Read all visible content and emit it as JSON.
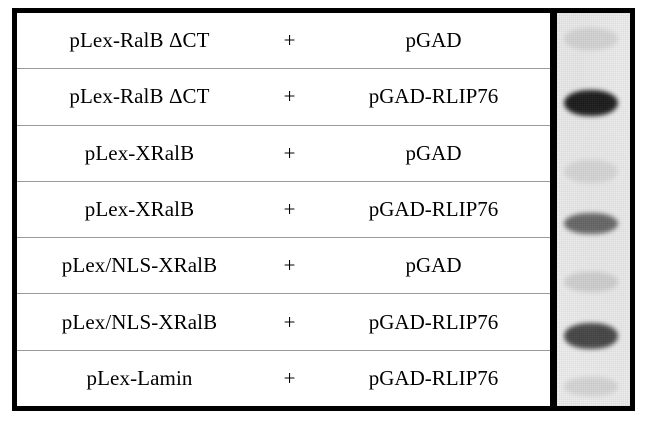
{
  "figure": {
    "type": "two-hybrid-interaction-panel",
    "columns": [
      "bait",
      "operator",
      "prey",
      "blot"
    ],
    "operator_symbol": "+",
    "rows": [
      {
        "bait": "pLex-RalB ΔCT",
        "operator": "+",
        "prey": "pGAD",
        "band": {
          "label": "band-1",
          "intensity": "very-faint",
          "opacity": 0.1,
          "top_pct": 3.8,
          "height_pct": 5.5,
          "color": "#1a1a1a"
        }
      },
      {
        "bait": "pLex-RalB ΔCT",
        "operator": "+",
        "prey": "pGAD-RLIP76",
        "band": {
          "label": "band-2",
          "intensity": "strong",
          "opacity": 0.9,
          "top_pct": 19.5,
          "height_pct": 6.6,
          "color": "#0d0d0d"
        }
      },
      {
        "bait": "pLex-XRalB",
        "operator": "+",
        "prey": "pGAD",
        "band": {
          "label": "band-3",
          "intensity": "very-faint",
          "opacity": 0.09,
          "top_pct": 37.5,
          "height_pct": 5.8,
          "color": "#222222"
        }
      },
      {
        "bait": "pLex-XRalB",
        "operator": "+",
        "prey": "pGAD-RLIP76",
        "band": {
          "label": "band-4",
          "intensity": "moderate",
          "opacity": 0.58,
          "top_pct": 51.0,
          "height_pct": 5.2,
          "color": "#151515"
        }
      },
      {
        "bait": "pLex/NLS-XRalB",
        "operator": "+",
        "prey": "pGAD",
        "band": {
          "label": "band-5",
          "intensity": "faint",
          "opacity": 0.13,
          "top_pct": 66.0,
          "height_pct": 5.0,
          "color": "#202020"
        }
      },
      {
        "bait": "pLex/NLS-XRalB",
        "operator": "+",
        "prey": "pGAD-RLIP76",
        "band": {
          "label": "band-6",
          "intensity": "strong",
          "opacity": 0.72,
          "top_pct": 79.0,
          "height_pct": 6.4,
          "color": "#101010"
        }
      },
      {
        "bait": "pLex-Lamin",
        "operator": "+",
        "prey": "pGAD-RLIP76",
        "band": {
          "label": "band-7",
          "intensity": "very-faint",
          "opacity": 0.11,
          "top_pct": 92.5,
          "height_pct": 5.0,
          "color": "#242424"
        }
      }
    ]
  },
  "colors": {
    "frame": "#000000",
    "row_divider": "#9a9a9a",
    "text": "#000000",
    "blot_background": "#ededed",
    "band_dark": "#0d0d0d"
  }
}
